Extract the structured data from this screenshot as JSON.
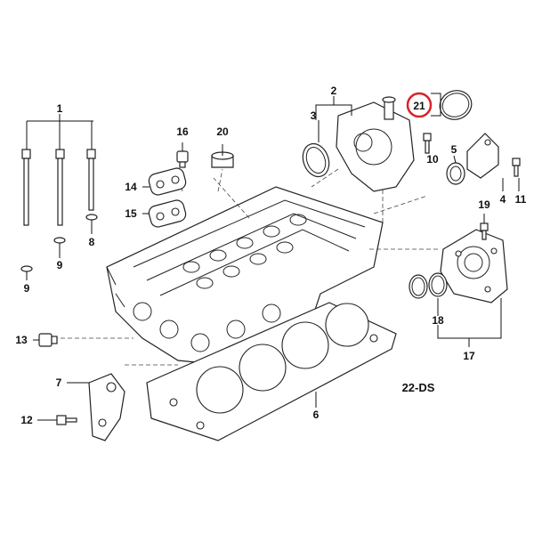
{
  "callouts": {
    "c1": "1",
    "c2": "2",
    "c3": "3",
    "c4": "4",
    "c5": "5",
    "c6": "6",
    "c7": "7",
    "c8": "8",
    "c9a": "9",
    "c9b": "9",
    "c10": "10",
    "c11": "11",
    "c12": "12",
    "c13": "13",
    "c14": "14",
    "c15": "15",
    "c16": "16",
    "c17": "17",
    "c18": "18",
    "c19": "19",
    "c20": "20",
    "c21": "21"
  },
  "diagram_code": "22-DS",
  "highlight_color": "#d9232a"
}
